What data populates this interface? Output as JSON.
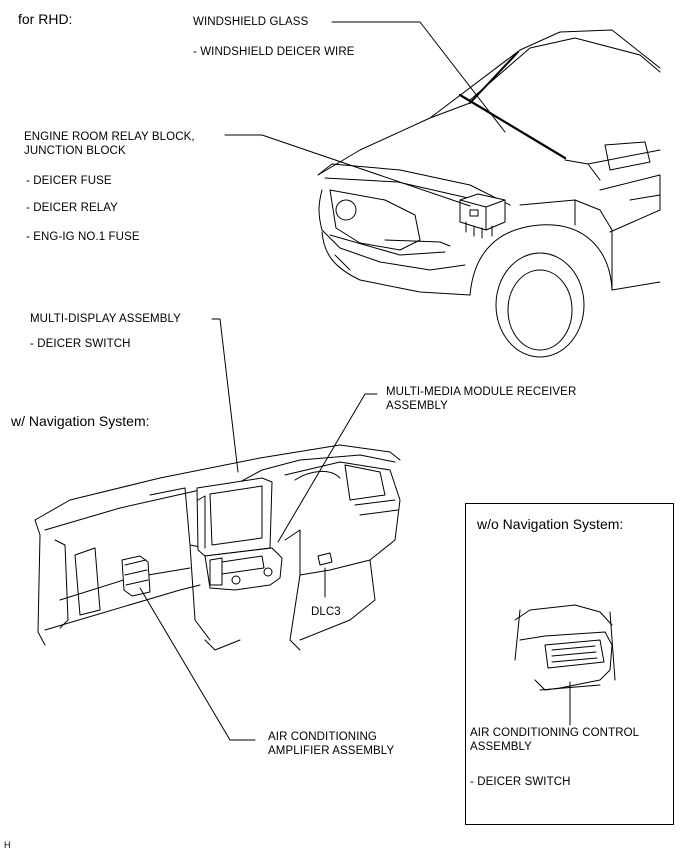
{
  "header": {
    "variant": "for RHD:"
  },
  "labels": {
    "windshield_glass": "WINDSHIELD GLASS",
    "windshield_deicer_wire": "- WINDSHIELD DEICER WIRE",
    "relay_block_line1": "ENGINE ROOM RELAY BLOCK,",
    "relay_block_line2": "JUNCTION BLOCK",
    "deicer_fuse": "- DEICER FUSE",
    "deicer_relay": "- DEICER RELAY",
    "eng_ig_fuse": "- ENG-IG NO.1 FUSE",
    "multi_display": "MULTI-DISPLAY ASSEMBLY",
    "deicer_switch_1": "- DEICER SWITCH",
    "multimedia_line1": "MULTI-MEDIA MODULE RECEIVER",
    "multimedia_line2": "ASSEMBLY",
    "with_nav": "w/ Navigation System:",
    "dlc3": "DLC3",
    "ac_amp_line1": "AIR CONDITIONING",
    "ac_amp_line2": "AMPLIFIER ASSEMBLY",
    "without_nav": "w/o Navigation System:",
    "ac_control_line1": "AIR CONDITIONING CONTROL",
    "ac_control_line2": "ASSEMBLY",
    "deicer_switch_2": "- DEICER SWITCH"
  },
  "footer": {
    "code": "H"
  }
}
